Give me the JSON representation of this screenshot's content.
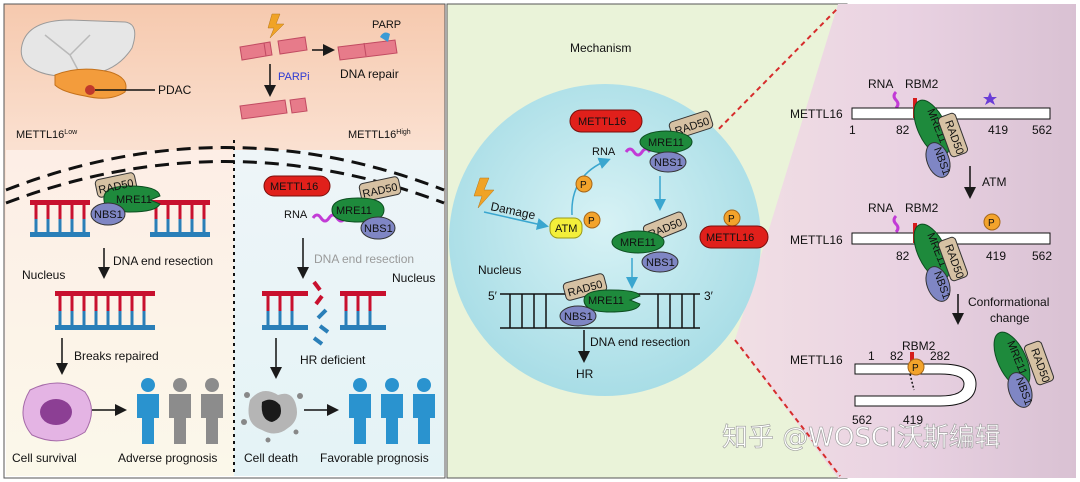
{
  "left": {
    "pdac": "PDAC",
    "parp": "PARP",
    "parpi": "PARPi",
    "dna_repair": "DNA repair",
    "low_base": "METTL16",
    "low_sup": "Low",
    "high_base": "METTL16",
    "high_sup": "High",
    "rad50": "RAD50",
    "mre11": "MRE11",
    "nbs1": "NBS1",
    "mettl16": "METTL16",
    "rna": "RNA",
    "nucleus": "Nucleus",
    "resection": "DNA end resection",
    "breaks_repaired": "Breaks repaired",
    "hr_deficient": "HR deficient",
    "cell_survival": "Cell survival",
    "adverse": "Adverse prognosis",
    "cell_death": "Cell death",
    "favorable": "Favorable prognosis"
  },
  "middle": {
    "mechanism": "Mechanism",
    "damage": "Damage",
    "atm": "ATM",
    "p": "P",
    "mettl16": "METTL16",
    "rna": "RNA",
    "rad50": "RAD50",
    "mre11": "MRE11",
    "nbs1": "NBS1",
    "nucleus": "Nucleus",
    "five_prime": "5′",
    "three_prime": "3′",
    "resection": "DNA end resection",
    "hr": "HR"
  },
  "right": {
    "rna": "RNA",
    "rbm2": "RBM2",
    "mettl16": "METTL16",
    "n1": "1",
    "n82": "82",
    "n419": "419",
    "n562": "562",
    "n282": "282",
    "atm": "ATM",
    "conf_line1": "Conformational",
    "conf_line2": "change",
    "mre11": "MRE11",
    "rad50": "RAD50",
    "nbs1": "NBS1",
    "p": "P"
  },
  "watermark": "知乎 @WOSCI沃斯编辑",
  "colors": {
    "mre11": "#1e8a3c",
    "nbs1": "#7f86c4",
    "rad50": "#d6c1a3",
    "mettl16": "#e0201b",
    "phospho": "#f3a32b",
    "atm": "#f3ef3a",
    "rna": "#c23bd6",
    "dna_red": "#c8102e",
    "dna_blue": "#2a7fb8",
    "chromosome": "#e77b8a",
    "person_blue": "#2a93cf",
    "person_gray": "#8c8c8c",
    "nucleus": "#bfe8ee"
  }
}
